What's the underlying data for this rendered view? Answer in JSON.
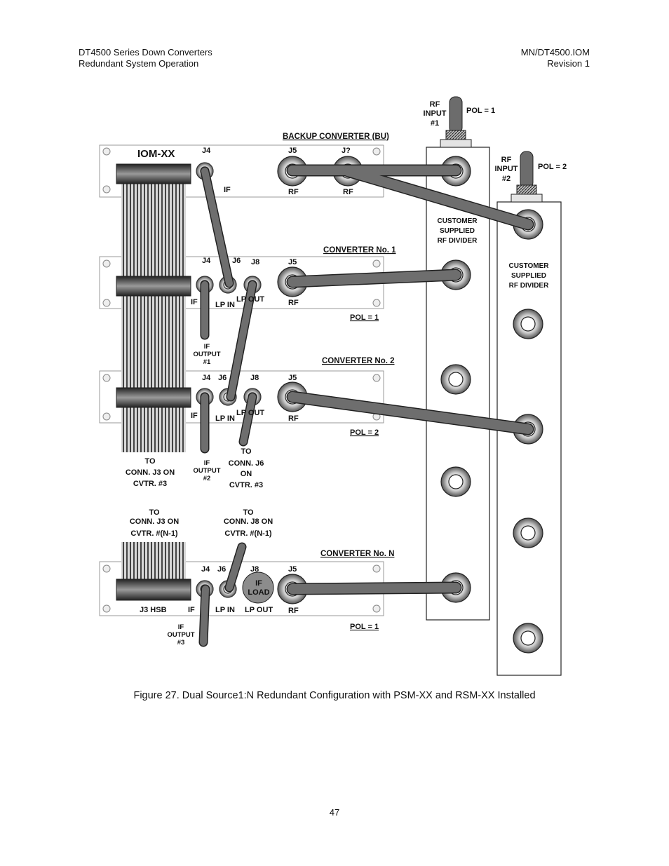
{
  "header": {
    "left_line1": "DT4500 Series Down Converters",
    "left_line2": "Redundant System Operation",
    "right_line1": "MN/DT4500.IOM",
    "right_line2": "Revision 1"
  },
  "diagram": {
    "iom": "IOM-XX",
    "backup_title": "BACKUP CONVERTER (BU)",
    "conv1_title": "CONVERTER No. 1",
    "conv2_title": "CONVERTER No. 2",
    "convn_title": "CONVERTER No. N",
    "j4": "J4",
    "j5": "J5",
    "j6": "J6",
    "j8": "J8",
    "jq": "J?",
    "if": "IF",
    "rf": "RF",
    "lp_in": "LP IN",
    "lp_out": "LP OUT",
    "pol1": "POL = 1",
    "pol2": "POL = 2",
    "rf_input1": [
      "RF",
      "INPUT",
      "#1"
    ],
    "rf_input2": [
      "RF",
      "INPUT",
      "#2"
    ],
    "divider": [
      "CUSTOMER",
      "SUPPLIED",
      "RF DIVIDER"
    ],
    "if_output1": [
      "IF",
      "OUTPUT",
      "#1"
    ],
    "if_output2": [
      "IF",
      "OUTPUT",
      "#2"
    ],
    "if_output3": [
      "IF",
      "OUTPUT",
      "#3"
    ],
    "to_j3_c3": [
      "TO",
      "CONN. J3  ON",
      "CVTR. #3"
    ],
    "to_j6_c3": [
      "TO",
      "CONN. J6",
      "ON",
      "CVTR. #3"
    ],
    "to_j3_cn1": [
      "TO",
      "CONN. J3  ON",
      "CVTR. #(N-1)"
    ],
    "to_j8_cn1": [
      "TO",
      "CONN. J8  ON",
      "CVTR. #(N-1)"
    ],
    "if_load": [
      "IF",
      "LOAD"
    ],
    "j3_hsb": "J3  HSB"
  },
  "caption": "Figure 27.  Dual Source1:N Redundant Configuration with PSM-XX and RSM-XX Installed",
  "page_number": "47"
}
